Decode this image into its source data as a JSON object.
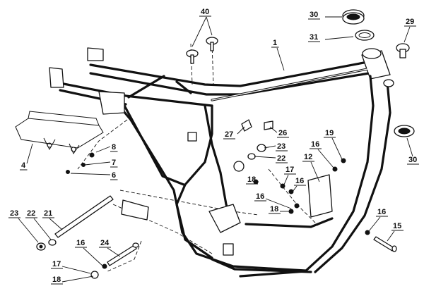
{
  "callouts": [
    {
      "text": "40"
    },
    {
      "text": "30"
    },
    {
      "text": "31"
    },
    {
      "text": "29"
    },
    {
      "text": "1"
    },
    {
      "text": "8"
    },
    {
      "text": "7"
    },
    {
      "text": "6"
    },
    {
      "text": "4"
    },
    {
      "text": "27"
    },
    {
      "text": "26"
    },
    {
      "text": "23"
    },
    {
      "text": "22"
    },
    {
      "text": "19"
    },
    {
      "text": "16"
    },
    {
      "text": "12"
    },
    {
      "text": "17"
    },
    {
      "text": "18"
    },
    {
      "text": "16"
    },
    {
      "text": "16"
    },
    {
      "text": "18"
    },
    {
      "text": "30"
    },
    {
      "text": "23"
    },
    {
      "text": "22"
    },
    {
      "text": "21"
    },
    {
      "text": "16"
    },
    {
      "text": "24"
    },
    {
      "text": "17"
    },
    {
      "text": "18"
    },
    {
      "text": "16"
    },
    {
      "text": "15"
    }
  ]
}
